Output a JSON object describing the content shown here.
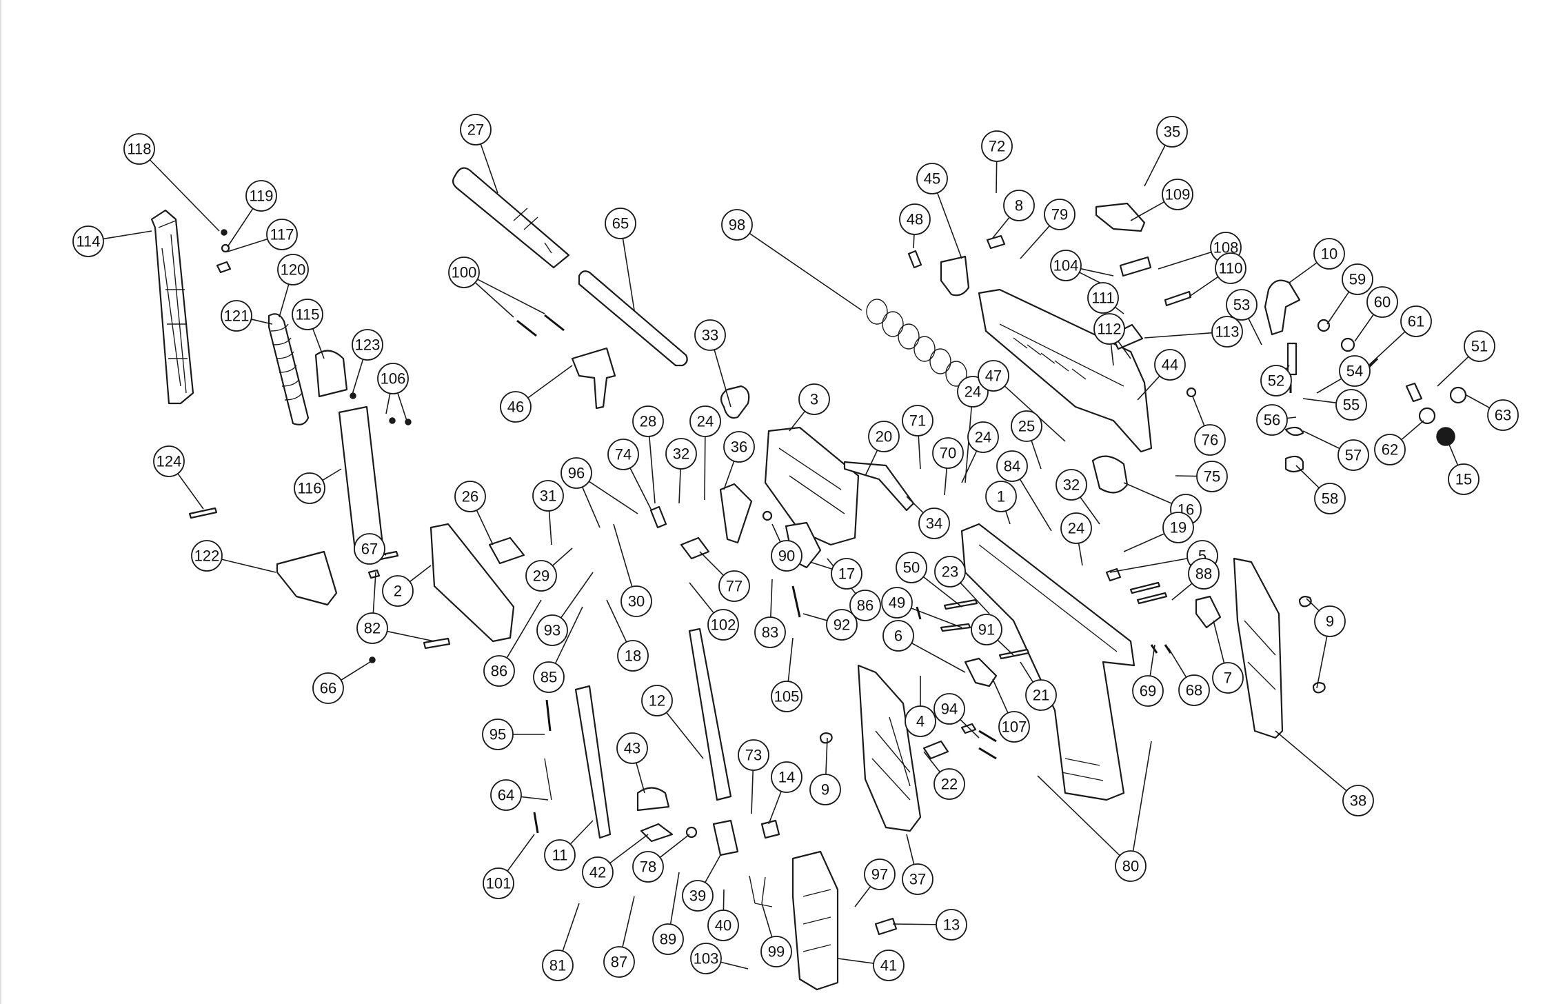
{
  "diagram": {
    "type": "exploded-parts-view",
    "callouts": [
      "1",
      "2",
      "3",
      "4",
      "5",
      "6",
      "7",
      "8",
      "9",
      "9",
      "10",
      "11",
      "12",
      "13",
      "14",
      "15",
      "16",
      "17",
      "18",
      "19",
      "20",
      "21",
      "22",
      "23",
      "24",
      "24",
      "24",
      "24",
      "25",
      "26",
      "27",
      "28",
      "29",
      "30",
      "31",
      "32",
      "32",
      "33",
      "34",
      "35",
      "36",
      "37",
      "38",
      "39",
      "40",
      "41",
      "42",
      "43",
      "44",
      "45",
      "46",
      "47",
      "48",
      "49",
      "50",
      "51",
      "52",
      "53",
      "54",
      "55",
      "56",
      "57",
      "58",
      "59",
      "60",
      "61",
      "62",
      "63",
      "64",
      "65",
      "66",
      "67",
      "68",
      "69",
      "70",
      "71",
      "72",
      "73",
      "74",
      "75",
      "76",
      "77",
      "78",
      "79",
      "80",
      "81",
      "82",
      "83",
      "84",
      "85",
      "86",
      "86",
      "87",
      "88",
      "89",
      "90",
      "91",
      "92",
      "93",
      "94",
      "95",
      "96",
      "97",
      "98",
      "99",
      "100",
      "101",
      "102",
      "103",
      "104",
      "105",
      "106",
      "107",
      "108",
      "109",
      "110",
      "111",
      "112",
      "113",
      "114",
      "115",
      "116",
      "117",
      "118",
      "119",
      "120",
      "121",
      "122",
      "123",
      "124"
    ]
  }
}
